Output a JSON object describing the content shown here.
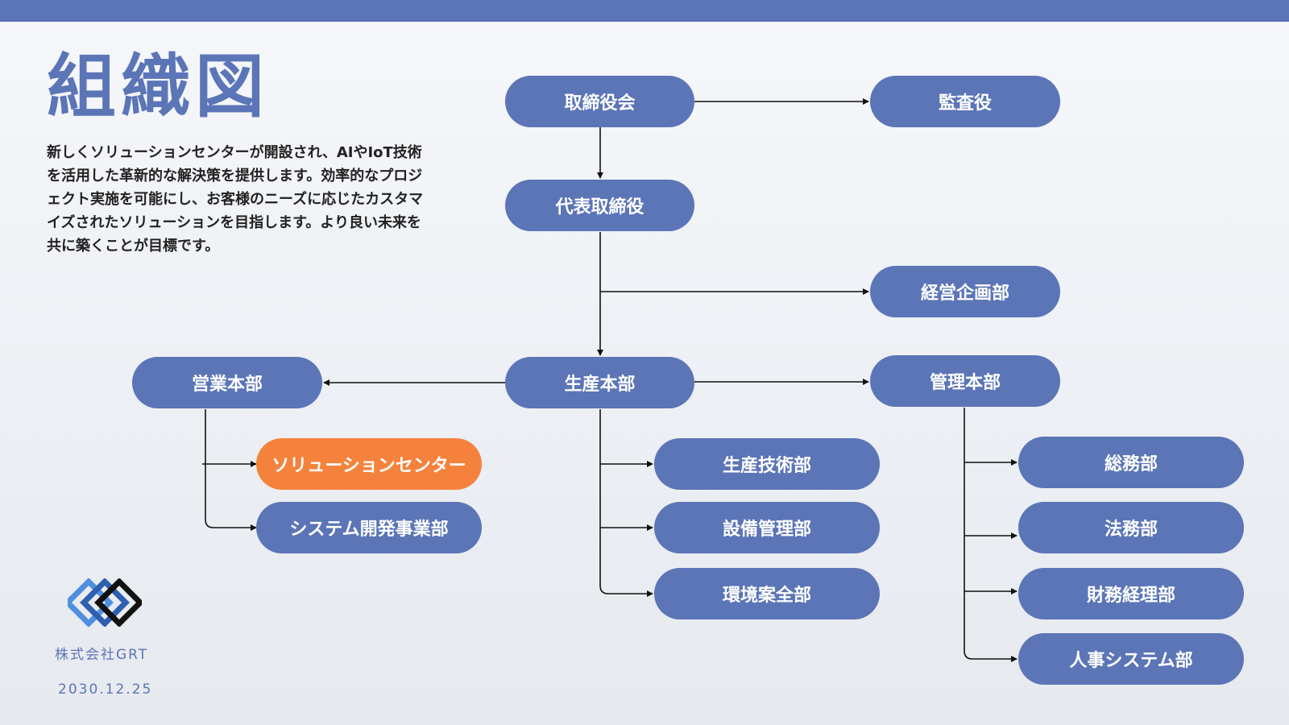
{
  "header": {
    "title": "組織図"
  },
  "description": "新しくソリューションセンターが開設され、AIやIoT技術を活用した革新的な解決策を提供します。効率的なプロジェクト実施を可能にし、お客様のニーズに応じたカスタマイズされたソリューションを目指します。より良い未来を共に築くことが目標です。",
  "footer": {
    "company": "株式会社GRT",
    "date": "2030.12.25",
    "logo_icon": "diamond-logo-icon"
  },
  "colors": {
    "accent": "#5b75b7",
    "highlight": "#f5823c",
    "line": "#111111"
  },
  "org": {
    "board": "取締役会",
    "auditor": "監査役",
    "president": "代表取締役",
    "planning": "経営企画部",
    "production_hq": "生産本部",
    "sales_hq": "営業本部",
    "admin_hq": "管理本部",
    "solution_center": "ソリューションセンター",
    "system_dev": "システム開発事業部",
    "prod_tech": "生産技術部",
    "facility": "設備管理部",
    "safety": "環境案全部",
    "general_affairs": "総務部",
    "legal": "法務部",
    "finance": "財務経理部",
    "hr_system": "人事システム部"
  }
}
